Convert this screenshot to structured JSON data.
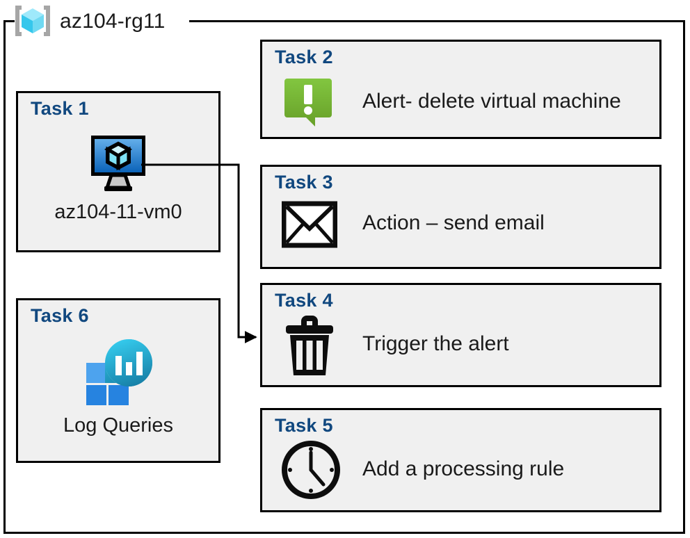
{
  "diagram": {
    "resource_group": {
      "name": "az104-rg11",
      "icon": "resource-group-cube-icon",
      "icon_colors": {
        "bracket": "#a6a6a6",
        "cube_top": "#9fe9fb",
        "cube_left": "#35c7ec",
        "cube_right": "#6fd9f2"
      }
    },
    "frame_color": "#000000",
    "card_background": "#f0f0f0",
    "title_color": "#11487f",
    "text_color": "#1a1a1a",
    "cards": [
      {
        "id": "task1",
        "title": "Task 1",
        "caption": "az104-11-vm0",
        "icon": "virtual-machine-icon",
        "icon_colors": {
          "screen_top": "#5ca9e8",
          "screen_bottom": "#0f6cbd",
          "outline": "#000000",
          "stand": "#9a9a9a"
        }
      },
      {
        "id": "task2",
        "title": "Task 2",
        "caption": "Alert- delete virtual machine",
        "icon": "alert-exclamation-bubble-icon",
        "icon_colors": {
          "fill_top": "#7ec242",
          "fill_bottom": "#6aa62c",
          "mark": "#ffffff"
        }
      },
      {
        "id": "task3",
        "title": "Task 3",
        "caption": "Action – send email",
        "icon": "envelope-icon",
        "icon_colors": {
          "outline": "#0d0d0d",
          "fill": "#ffffff"
        }
      },
      {
        "id": "task4",
        "title": "Task 4",
        "caption": "Trigger the alert",
        "icon": "trash-can-icon",
        "icon_colors": {
          "fill": "#0d0d0d",
          "slots": "#f0f0f0"
        }
      },
      {
        "id": "task5",
        "title": "Task 5",
        "caption": "Add a processing rule",
        "icon": "clock-icon",
        "icon_colors": {
          "fill": "#0d0d0d"
        }
      },
      {
        "id": "task6",
        "title": "Task 6",
        "caption": "Log Queries",
        "icon": "log-analytics-icon",
        "icon_colors": {
          "pin_top": "#32c8e8",
          "pin_bottom": "#1b86ab",
          "square_light": "#4da3ee",
          "square_dark": "#2683e0",
          "bars": "#ffffff"
        }
      }
    ],
    "connector": {
      "name": "vm-to-trigger-connector",
      "from": "task1",
      "to": "task4",
      "arrowhead": "right",
      "color": "#000000"
    }
  }
}
